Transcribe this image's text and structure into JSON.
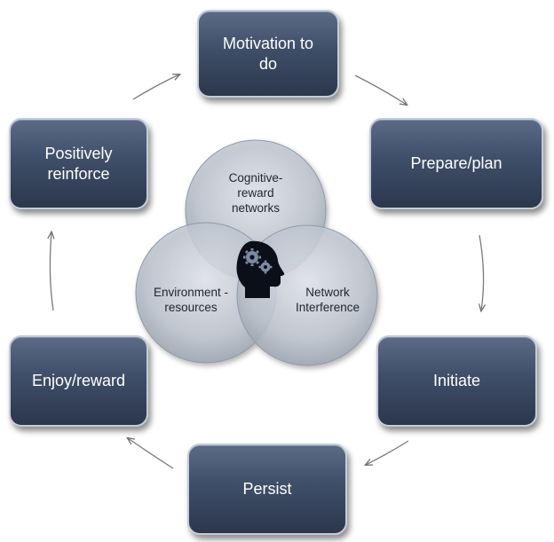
{
  "steps": {
    "motivation": "Motivation to do",
    "prepare": "Prepare/plan",
    "initiate": "Initiate",
    "persist": "Persist",
    "enjoy": "Enjoy/reward",
    "reinforce": "Positively reinforce"
  },
  "circles": {
    "cognitive": "Cognitive-reward networks",
    "environment": "Environment -resources",
    "network": "Network Interference"
  },
  "icons": {
    "center": "head-gears-icon"
  }
}
